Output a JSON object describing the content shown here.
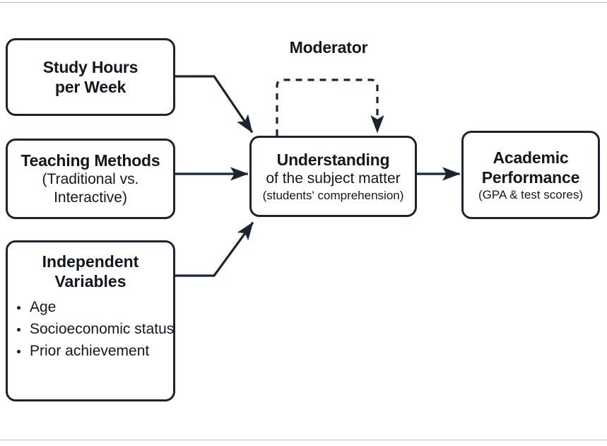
{
  "diagram": {
    "title": "Moderator",
    "frame_color": "#bdbdbd",
    "line_color": "#1b2430",
    "text_color": "#111820",
    "nodes": {
      "study_hours": {
        "line1": "Study Hours",
        "line2": "per Week"
      },
      "teaching_methods": {
        "line1": "Teaching Methods",
        "line2": "(Traditional vs.",
        "line3": "Interactive)"
      },
      "independent_variables": {
        "title_line1": "Independent",
        "title_line2": "Variables",
        "items": [
          "Age",
          "Socioeconomic status",
          "Prior achievement"
        ]
      },
      "understanding": {
        "line1": "Understanding",
        "line2": "of the subject matter",
        "line3": "(students' comprehension)"
      },
      "academic_performance": {
        "line1": "Academic",
        "line2": "Performance",
        "line3": "(GPA & test scores)"
      }
    },
    "moderator": {
      "label": "Moderator",
      "style": "dashed"
    }
  }
}
